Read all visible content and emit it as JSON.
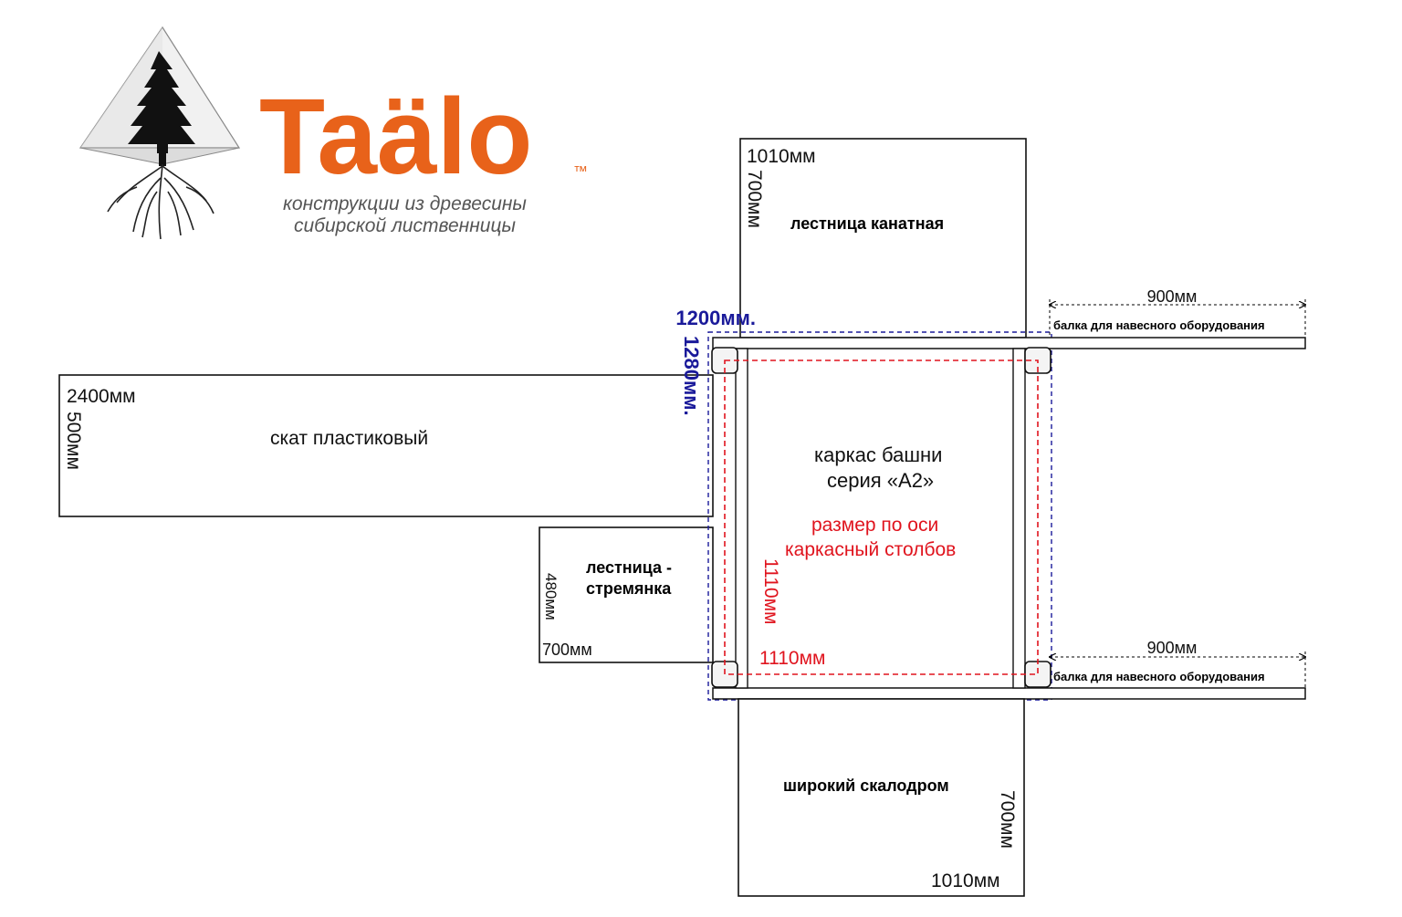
{
  "brand": {
    "name": "Taälo",
    "tm": "™",
    "tagline_line1": "конструкции из древесины",
    "tagline_line2": "сибирской лиственницы",
    "color": "#e8621a"
  },
  "colors": {
    "outline": "#111111",
    "axis_dimension": "#e0141e",
    "outer_dimension": "#1a1a9a"
  },
  "rope_ladder": {
    "title": "лестница канатная",
    "width": "1010мм",
    "depth": "700мм"
  },
  "slide": {
    "title": "скат  пластиковый",
    "length": "2400мм",
    "width": "500мм"
  },
  "step_ladder": {
    "title_line1": "лестница -",
    "title_line2": "стремянка",
    "height_dim": "480мм",
    "width_dim": "700мм"
  },
  "tower": {
    "title_line1": "каркас башни",
    "title_line2": "серия «А2»",
    "axis_note_line1": "размер по оси",
    "axis_note_line2": "каркасный столбов",
    "outer_width": "1200мм.",
    "outer_depth": "1280мм.",
    "axis_width": "1110мм",
    "axis_depth": "1110мм"
  },
  "beams": {
    "top": {
      "length": "900мм",
      "label": "балка для навесного  оборудования"
    },
    "bottom": {
      "length": "900мм",
      "label": "балка для навесного  оборудования"
    }
  },
  "climbing_wall": {
    "title": "широкий скалодром",
    "depth": "700мм",
    "width": "1010мм"
  }
}
